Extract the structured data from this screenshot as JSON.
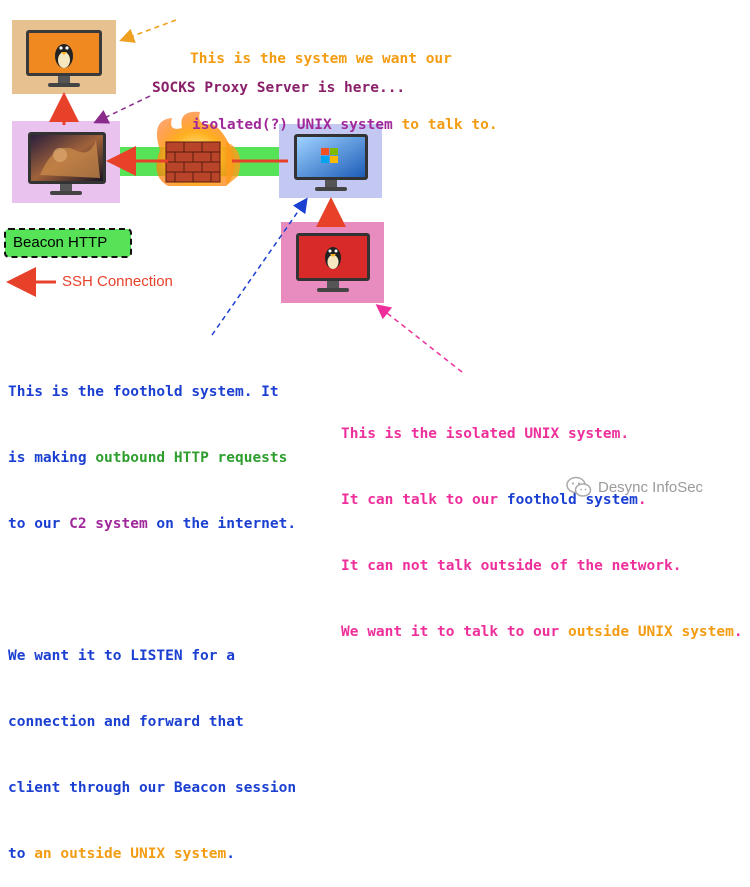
{
  "notes": {
    "top": {
      "line1": "This is the system we want our",
      "line2_a": "isolated(?) UNIX system",
      "line2_b": " to talk to."
    },
    "socks": "SOCKS Proxy Server is here...",
    "foothold": {
      "l1": "This is the foothold system. It",
      "l2_a": "is making ",
      "l2_b": "outbound HTTP requests",
      "l3_a": "to our ",
      "l3_b": "C2 system",
      "l3_c": " on the internet.",
      "l5": "We want it to LISTEN for a",
      "l6": "connection and forward that",
      "l7": "client through our Beacon session",
      "l8_a": "to ",
      "l8_b": "an outside UNIX system",
      "l8_c": "."
    },
    "isolated": {
      "l1": "This is the isolated UNIX system.",
      "l2_a": "It can talk to our ",
      "l2_b": "foothold system",
      "l2_c": ".",
      "l3": "It can not talk outside of the network.",
      "l4_a": "We want it to talk to our ",
      "l4_b": "outside UNIX system",
      "l4_c": "."
    }
  },
  "legend": {
    "beacon": "Beacon HTTP",
    "ssh": "SSH Connection"
  },
  "watermark": "Desync InfoSec",
  "colors": {
    "orange_note": "#f39c12",
    "purple_note": "#a0289a",
    "blue_note": "#1b3fd1",
    "green_note": "#2e9e2e",
    "pink_note": "#ee2f9b",
    "ssh_red": "#e8412a",
    "beacon_green": "#57e357"
  },
  "icons": {
    "top_monitor": "linux-tux-monitor",
    "socks_monitor": "kali-dragon-monitor",
    "foothold_monitor": "windows-monitor",
    "isolated_monitor": "linux-tux-monitor",
    "firewall": "brick-firewall-flame",
    "wechat": "wechat-icon"
  }
}
